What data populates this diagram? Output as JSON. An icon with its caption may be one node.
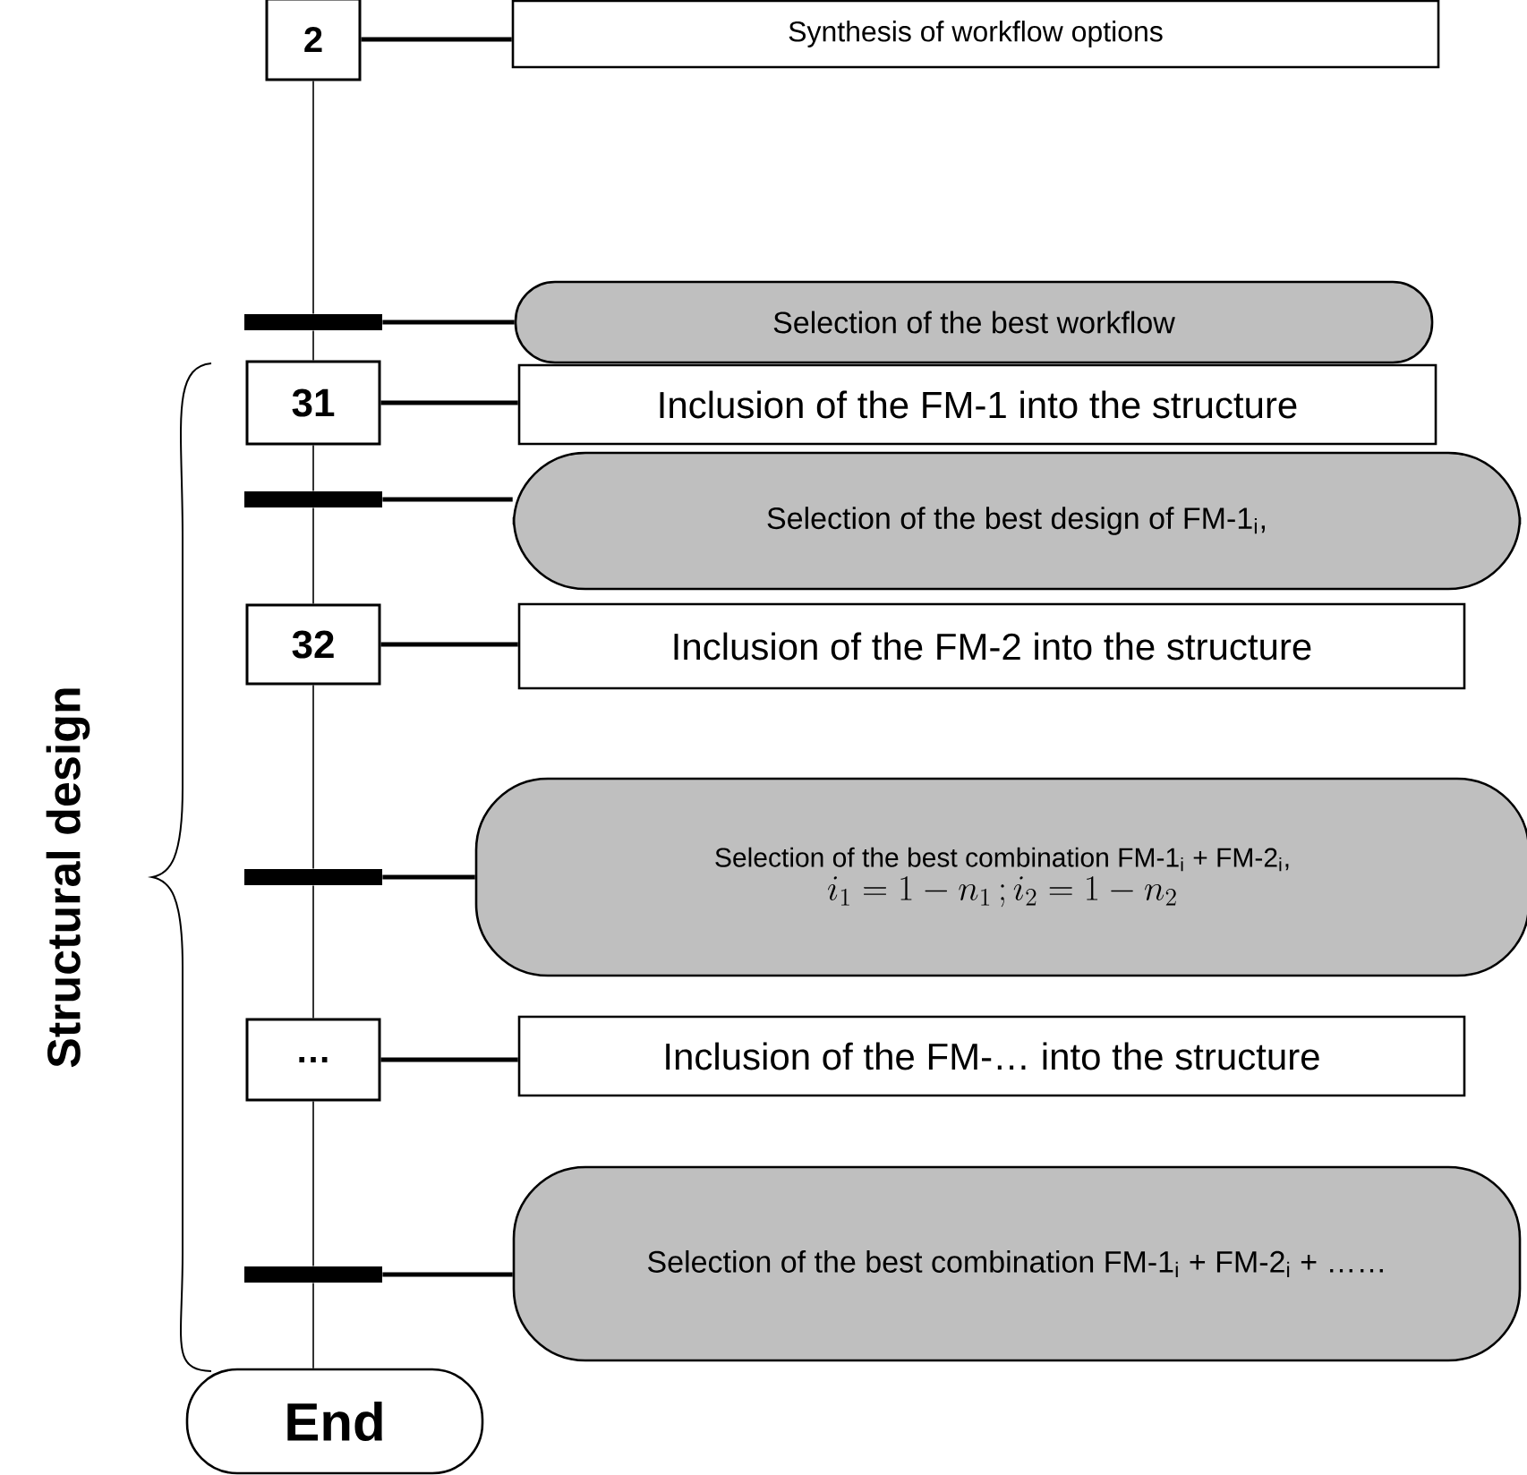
{
  "diagram": {
    "nodes": [
      {
        "text": [
          "2"
        ]
      },
      {
        "text": [
          "Synthesis of workflow options"
        ]
      },
      {
        "text": [],
        "shape": "bar"
      },
      {
        "text": [
          "Selection of the best workflow"
        ]
      },
      {
        "text": [
          "31"
        ]
      },
      {
        "text": [
          "Inclusion of the FM-1 into the structure"
        ]
      },
      {
        "text": [],
        "shape": "bar"
      },
      {
        "text": [
          "Selection of the best design of FM-1$_{i}$,"
        ]
      },
      {
        "text": [
          "32"
        ]
      },
      {
        "text": [
          "Inclusion of the FM-2 into the structure"
        ]
      },
      {
        "text": [],
        "shape": "bar"
      },
      {
        "text": [
          "Selection of the best combination FM-1$_{i}$ + FM-2$_{i}$,",
          "i_{1} = 1 - n_{1}\\,; i_{2} = 1 - n_{2}"
        ]
      },
      {
        "text": [
          "…"
        ]
      },
      {
        "text": [
          "Inclusion of the FM-… into the structure"
        ]
      },
      {
        "text": [],
        "shape": "bar"
      },
      {
        "text": [
          "Selection of the best combination FM-1$_{i}$ + FM-2$_{i}$ + ……"
        ]
      },
      {
        "text": [
          "End"
        ]
      }
    ],
    "edges": [
      {
        "from": 0,
        "to": 2,
        "arrow": "none"
      },
      {
        "from": 2,
        "to": 4,
        "arrow": "none"
      },
      {
        "from": 4,
        "to": 6,
        "arrow": "none"
      },
      {
        "from": 6,
        "to": 8,
        "arrow": "none"
      },
      {
        "from": 8,
        "to": 10,
        "arrow": "none"
      },
      {
        "from": 10,
        "to": 12,
        "arrow": "none"
      },
      {
        "from": 12,
        "to": 14,
        "arrow": "none"
      },
      {
        "from": 14,
        "to": 16,
        "arrow": "none"
      },
      {
        "from": 0,
        "to": 1,
        "arrow": "none",
        "style": "thick"
      },
      {
        "from": 2,
        "to": 3,
        "arrow": "none",
        "style": "thick"
      },
      {
        "from": 4,
        "to": 5,
        "arrow": "none",
        "style": "thick"
      },
      {
        "from": 6,
        "to": 7,
        "arrow": "none",
        "style": "thick"
      },
      {
        "from": 8,
        "to": 9,
        "arrow": "none",
        "style": "thick"
      },
      {
        "from": 10,
        "to": 11,
        "arrow": "none",
        "style": "thick"
      },
      {
        "from": 12,
        "to": 13,
        "arrow": "none",
        "style": "thick"
      },
      {
        "from": 14,
        "to": 15,
        "arrow": "none",
        "style": "thick"
      }
    ],
    "labels": [
      "Structural design"
    ]
  }
}
